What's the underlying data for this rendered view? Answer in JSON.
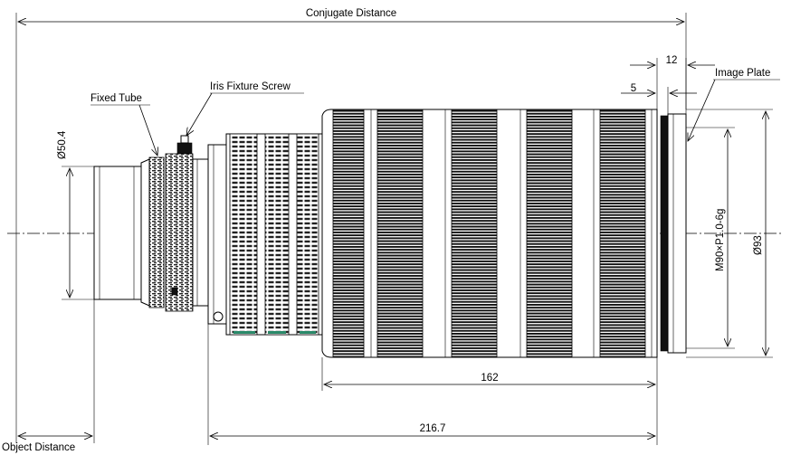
{
  "drawing": {
    "labels": {
      "conjugate_distance": "Conjugate Distance",
      "object_distance": "Object Distance",
      "fixed_tube": "Fixed Tube",
      "iris_fixture_screw": "Iris Fixture Screw",
      "image_plate": "Image Plate"
    },
    "dimensions": {
      "front_diameter": "Ø50.4",
      "thread": "M90×P1.0-6g",
      "rear_diameter": "Ø93",
      "flange_width": "12",
      "flange_offset": "5",
      "barrel_length": "162",
      "total_length": "216.7"
    }
  }
}
